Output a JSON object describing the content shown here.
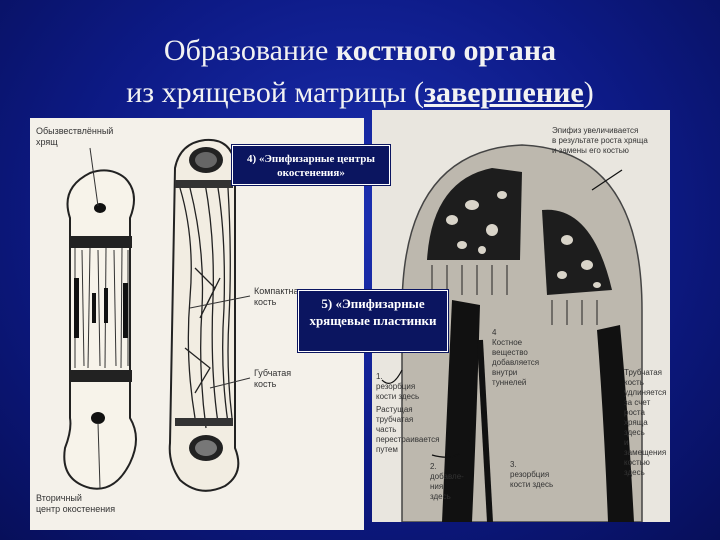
{
  "title": {
    "line1_prefix": "Образование ",
    "line1_bold": "костного органа",
    "line2_prefix": "из хрящевой матрицы (",
    "line2_underlined": "завершение",
    "line2_suffix": ")"
  },
  "left_labels": {
    "calcified_cartilage": "Обызвествлённый\nхрящ",
    "compact_bone": "Компактная\nкость",
    "spongy_bone": "Губчатая\nкость",
    "secondary_center": "Вторичный\nцентр окостенения"
  },
  "right_labels": {
    "epiphysis_note": "Эпифиз увеличивается\nв результате роста хряща\nи замены его костью",
    "bone_added": "Костное\nвещество\nдобавляется\nвнутри\nтуннелей",
    "resorption_1": "1.\nрезорбция\nкости здесь",
    "growing_part": "Растущая\nтрубчатая\nчасть\nперестраивается\nпутем",
    "addition": "2.\nдобавле-\nния\nздесь",
    "resorption_3": "3.\nрезорбция\nкости здесь",
    "tubular_bone": "Трубчатая\nкость\nудлиняется\nза счет\nроста хряща\nздесь\nи\nзамещения\nкостью\nздесь",
    "marker_4": "4"
  },
  "callouts": {
    "c4": "4) «Эпифизарные центры окостенения»",
    "c5": "5) «Эпифизарные хрящевые пластинки"
  }
}
